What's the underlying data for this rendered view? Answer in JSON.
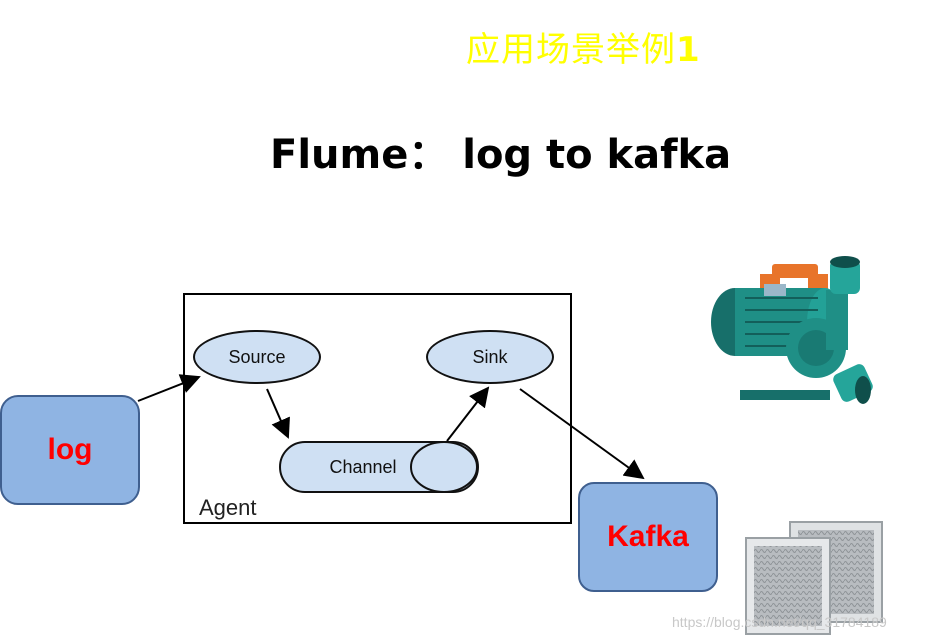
{
  "header": {
    "subtitle_text": "应用场景举例",
    "subtitle_num": "1",
    "title": "Flume： log to kafka"
  },
  "diagram": {
    "agent_label": "Agent",
    "source_label": "Source",
    "channel_label": "Channel",
    "sink_label": "Sink",
    "log_label": "log",
    "kafka_label": "Kafka"
  },
  "images": {
    "pump": "water-pump-icon",
    "filter": "air-filter-icon"
  },
  "watermark": "https://blog.csdn.net/qq_31784189",
  "colors": {
    "subtitle": "#ffff00",
    "node_fill": "#cfe0f3",
    "box_fill": "#8fb4e3",
    "box_text": "#ff0000",
    "pump": "#1f8f86",
    "pump_handle": "#e8742a"
  }
}
